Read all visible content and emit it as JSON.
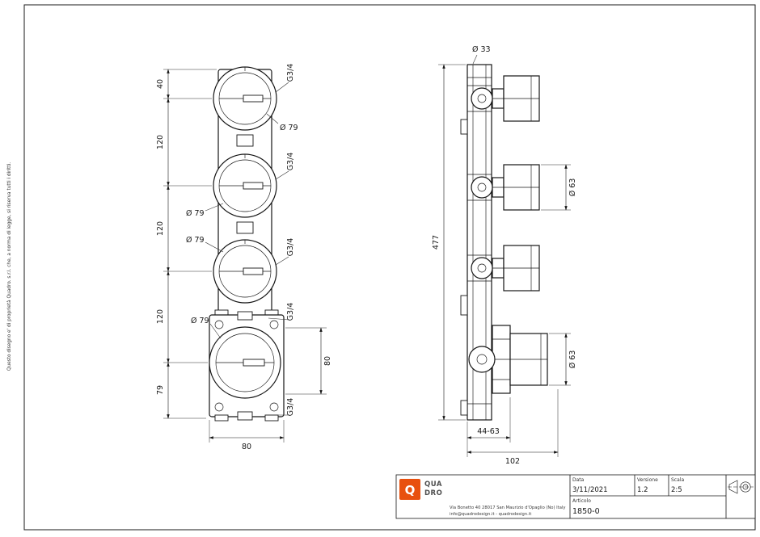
{
  "page": {
    "side_note": "Questo disegno e' di proprietà Quadro. s.r.l. che, a norma di legge, si riserva tutti i diritti.",
    "line_color": "#161616"
  },
  "front_view": {
    "left_dims": [
      "40",
      "120",
      "120",
      "120",
      "79"
    ],
    "port_labels": [
      "G3/4",
      "G3/4",
      "G3/4",
      "G3/4",
      "G3/4"
    ],
    "dia_labels": [
      "Ø 79",
      "Ø 79",
      "Ø 79",
      "Ø 79"
    ],
    "right_dim": "80",
    "bottom_dim": "80"
  },
  "side_view": {
    "top_dia": "Ø 33",
    "height_dim": "477",
    "knob_dia_upper": "Ø 63",
    "knob_dia_lower": "Ø 63",
    "depth_range_dim": "44-63",
    "total_depth_dim": "102"
  },
  "title_block": {
    "accent_color": "#e8500e",
    "logo_letter": "Q",
    "logo_line1": "QUA",
    "logo_line2": "DRO",
    "address_line1": "Via Bonetto 40  28017 San Maurizio d'Opaglio (No) Italy",
    "address_line2": "info@quadrodesign.it  -  quadrodesign.it",
    "date_label": "Data",
    "date_value": "3/11/2021",
    "version_label": "Versione",
    "version_value": "1.2",
    "scale_label": "Scala",
    "scale_value": "2:5",
    "article_label": "Articolo",
    "article_value": "1850-0"
  }
}
